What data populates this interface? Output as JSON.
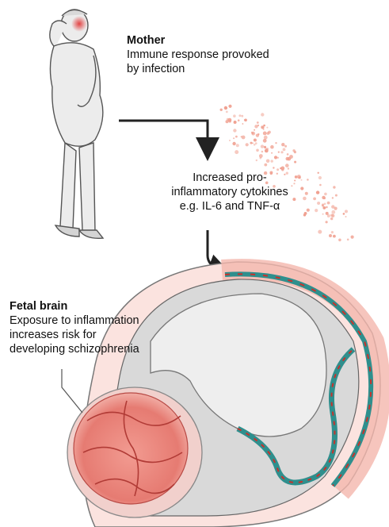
{
  "mother": {
    "heading": "Mother",
    "line1": "Immune  response provoked",
    "line2": "by infection"
  },
  "cytokines": {
    "line1": "Increased pro-",
    "line2": "inflammatory  cytokines",
    "line3": "e.g. IL-6 and TNF-α"
  },
  "fetal": {
    "heading": "Fetal brain",
    "line1": "Exposure to inflammation",
    "line2": "increases risk for",
    "line3": "developing  schizophrenia"
  },
  "colors": {
    "cytokine_dots": "#f0a090",
    "brain": "#e67b72",
    "placenta_teal": "#2f8f8d",
    "vessels": "#c6322c",
    "infection_spot": "#e23a3a"
  }
}
